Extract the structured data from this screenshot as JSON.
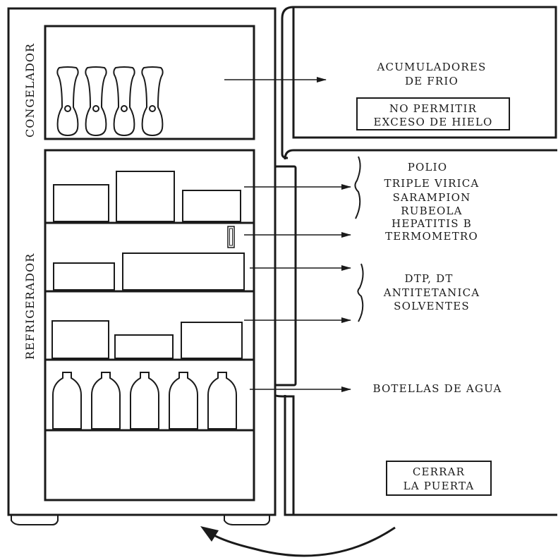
{
  "labels": {
    "freezer": "CONGELADOR",
    "refrigerator": "REFRIGERADOR",
    "cold_packs_line1": "ACUMULADORES",
    "cold_packs_line2": "DE FRIO",
    "no_ice_line1": "NO PERMITIR",
    "no_ice_line2": "EXCESO DE HIELO",
    "top_shelf": [
      "POLIO",
      "TRIPLE VIRICA",
      "SARAMPION",
      "RUBEOLA",
      "HEPATITIS B"
    ],
    "thermometer": "TERMOMETRO",
    "middle_shelves": [
      "DTP, DT",
      "ANTITETANICA",
      "SOLVENTES"
    ],
    "water": "BOTELLAS DE AGUA",
    "close_door_line1": "CERRAR",
    "close_door_line2": "LA PUERTA"
  },
  "icons": {
    "cold_pack": "cold-pack-icon",
    "bottle": "water-bottle-icon",
    "thermometer": "thermometer-icon"
  },
  "colors": {
    "ink": "#1a1a1a",
    "background": "#ffffff"
  }
}
